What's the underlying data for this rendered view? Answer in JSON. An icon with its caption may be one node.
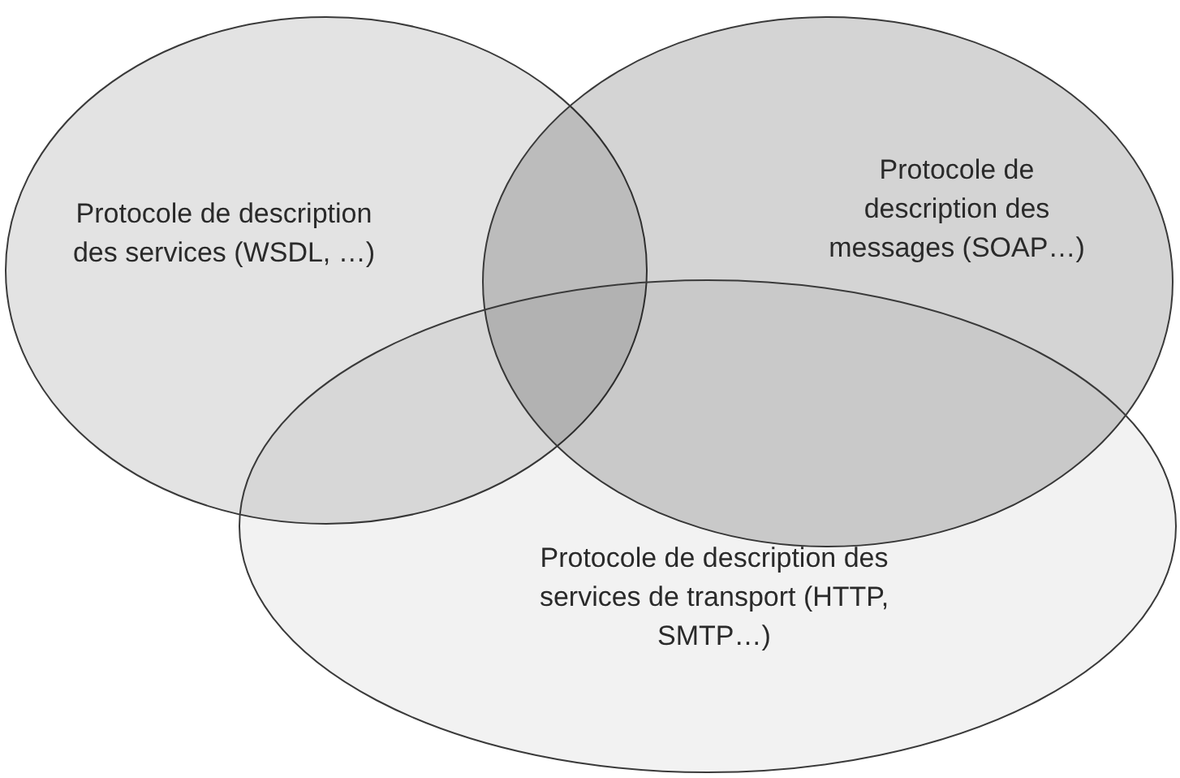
{
  "diagram": {
    "nodes": [
      {
        "text": [
          "Protocole de description des services (WSDL, …)"
        ]
      },
      {
        "text": [
          "Protocole de description des messages (SOAP…)"
        ]
      },
      {
        "text": [
          "Protocole de description des services de transport (HTTP, SMTP…)"
        ]
      }
    ]
  }
}
